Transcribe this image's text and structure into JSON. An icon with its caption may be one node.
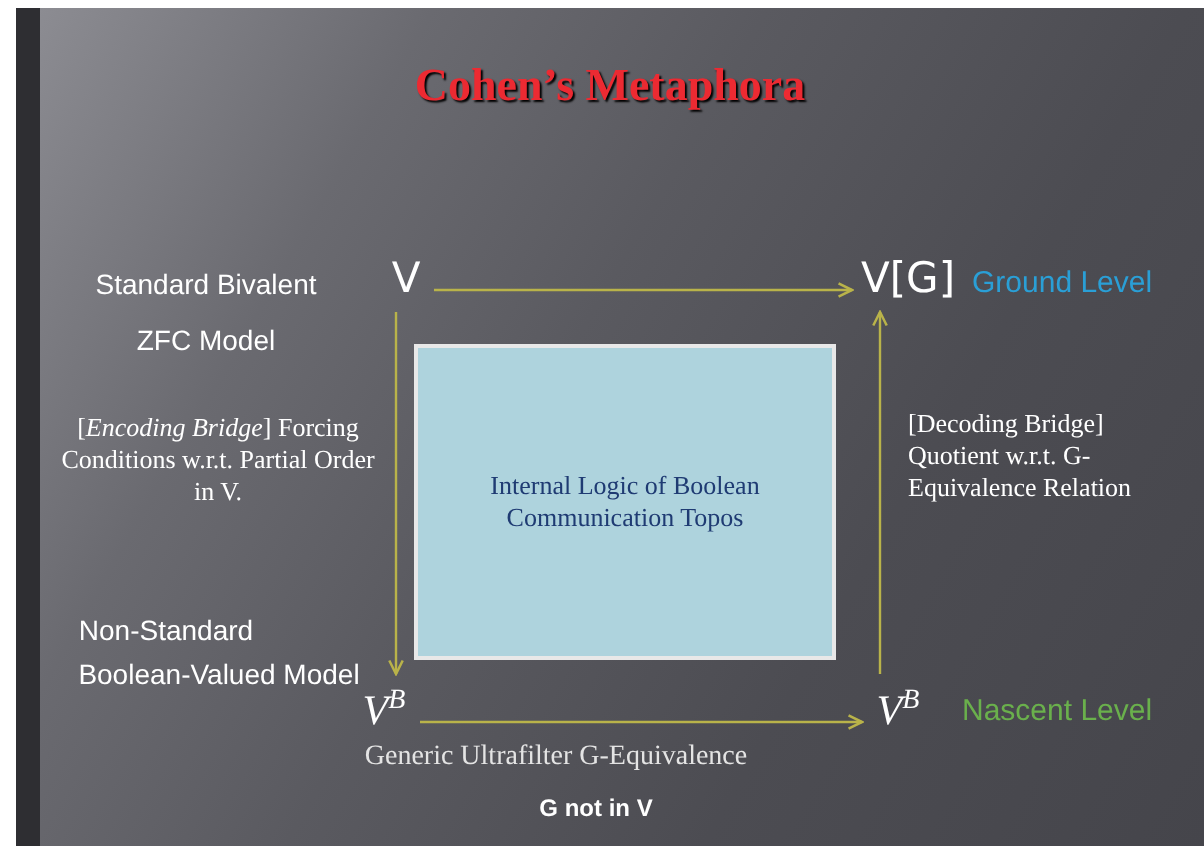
{
  "diagram": {
    "title": "Cohen’s Metaphora",
    "nodes": [
      {
        "text": [
          "V"
        ]
      },
      {
        "text": [
          "V[G]"
        ]
      },
      {
        "text": [
          "V$^{B}$"
        ]
      },
      {
        "text": [
          "V$^{B}$"
        ]
      },
      {
        "text": [
          "Internal Logic of Boolean Communication Topos"
        ]
      }
    ],
    "edges": [
      {
        "from": 0,
        "to": 1,
        "arrow": "to"
      },
      {
        "from": 0,
        "to": 2,
        "arrow": "to"
      },
      {
        "from": 2,
        "to": 3,
        "arrow": "to"
      },
      {
        "from": 3,
        "to": 1,
        "arrow": "to"
      }
    ],
    "labels": [
      "Standard Bivalent",
      "Ground Level",
      "ZFC Model",
      "[*Encoding Bridge*] Forcing Conditions w.r.t. Partial Order in V.",
      "[Decoding Bridge] Quotient w.r.t. G-Equivalence Relation",
      "Non-Standard",
      "Boolean-Valued Model",
      "Nascent Level",
      "Generic Ultrafilter G-Equivalence",
      "G not in V"
    ]
  }
}
